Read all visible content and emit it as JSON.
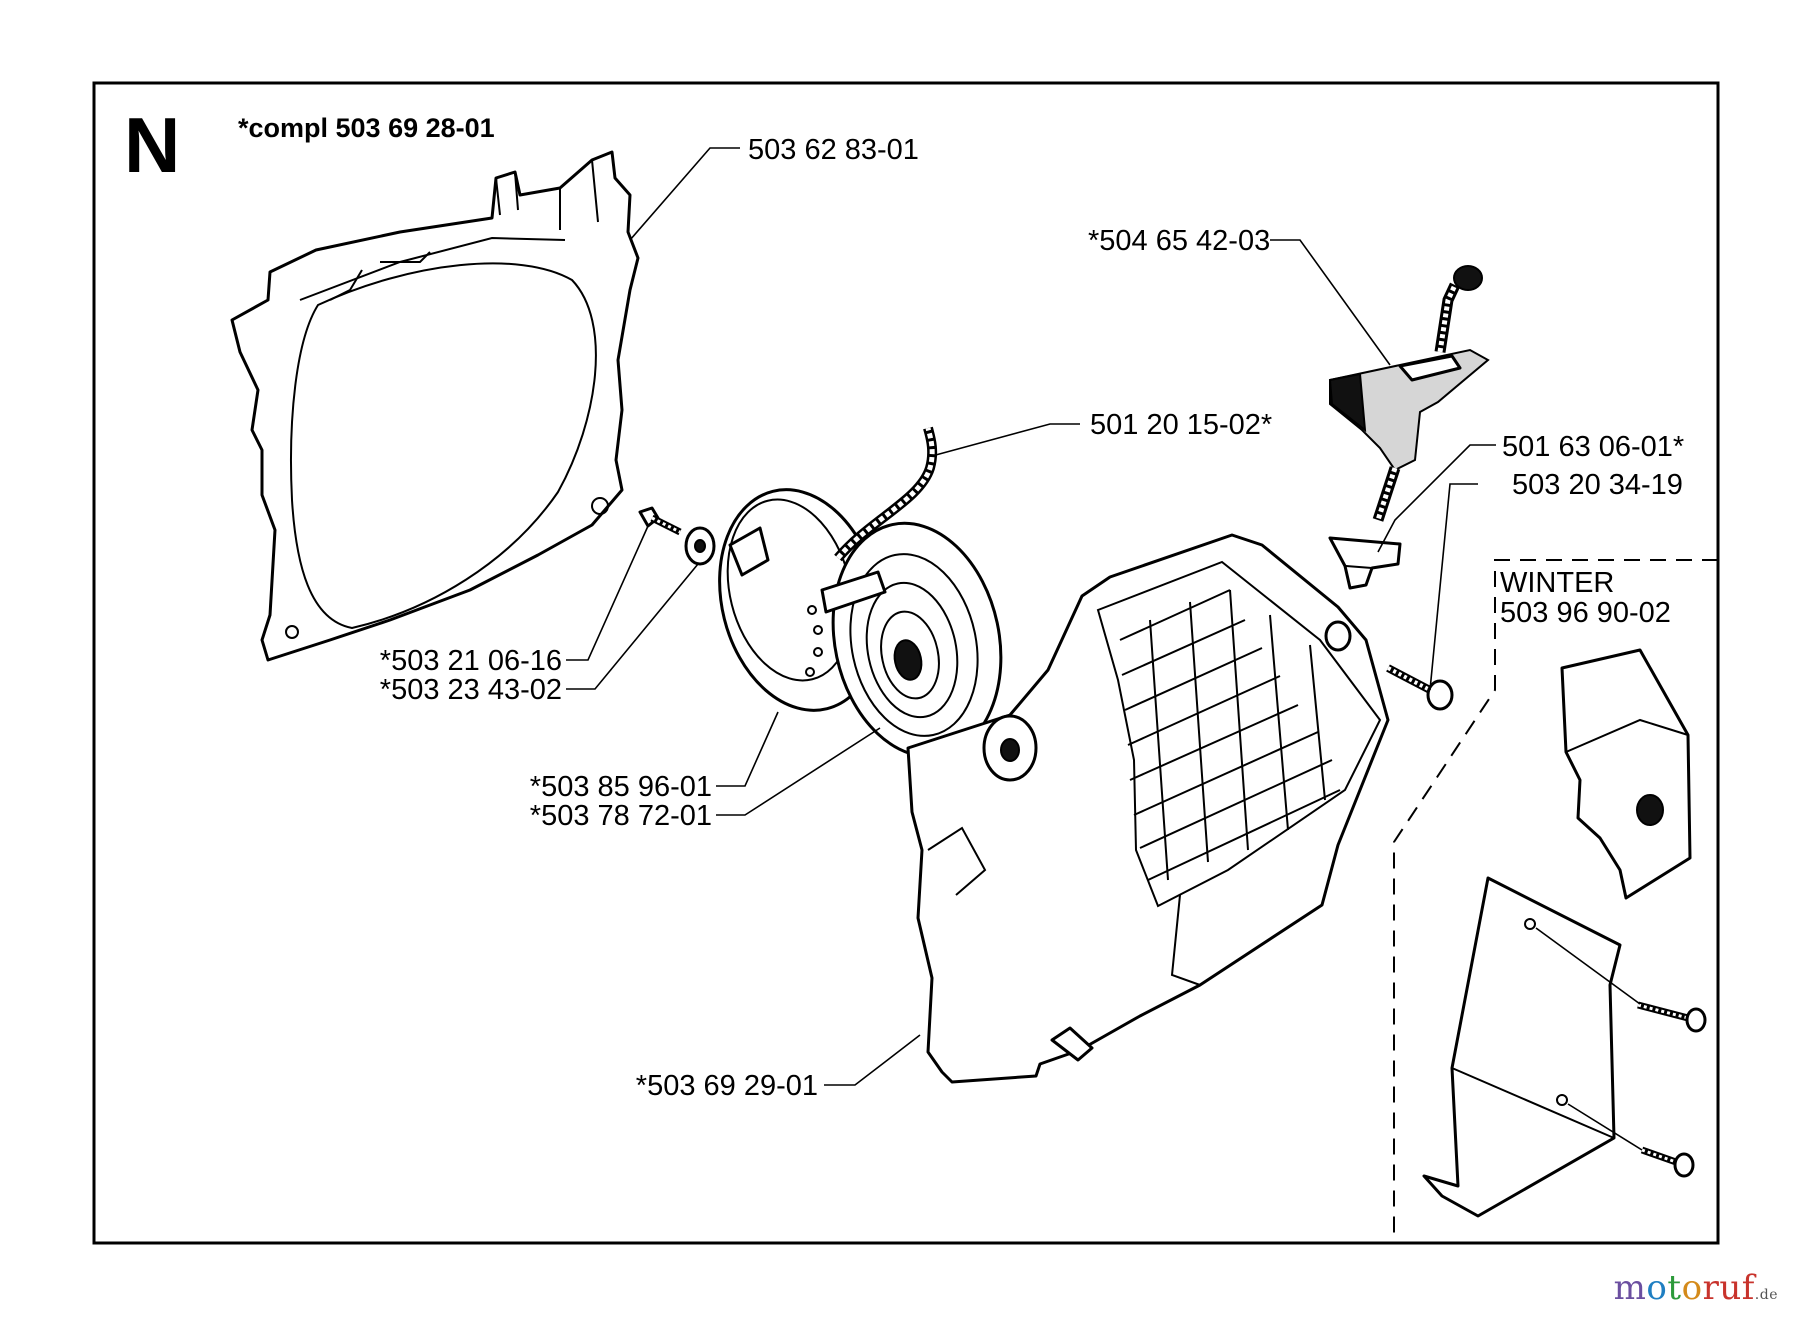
{
  "section_letter": "N",
  "assembly_label": "*compl 503 69 28-01",
  "winter_kit": {
    "title": "WINTER",
    "part_number": "503 96 90-02"
  },
  "part_labels": {
    "fan_housing": "503 62 83-01",
    "handle": "*504 65 42-03",
    "starter_cord": "501 20 15-02*",
    "cord_guide": "501 63 06-01*",
    "screw_right": "503 20 34-19",
    "screw_small": "*503 21 06-16",
    "washer": "*503 23 43-02",
    "pulley": "*503 85 96-01",
    "spring": "*503 78 72-01",
    "starter_cover": "*503 69 29-01"
  },
  "watermark": {
    "brand_parts": [
      "m",
      "o",
      "t",
      "o",
      "ruf"
    ],
    "tld": ".de"
  }
}
